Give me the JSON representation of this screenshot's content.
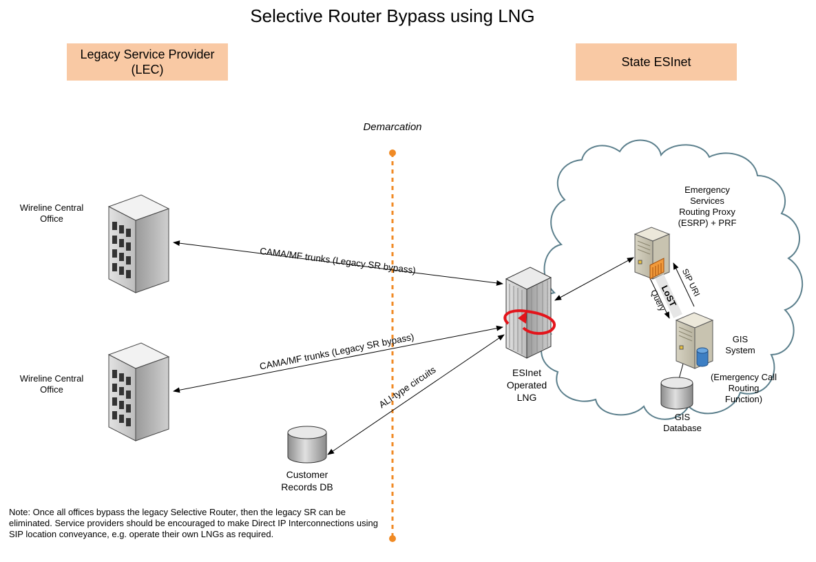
{
  "title": "Selective Router Bypass using LNG",
  "headers": {
    "left": "Legacy Service Provider (LEC)",
    "right": "State ESInet"
  },
  "demarcation": "Demarcation",
  "nodes": {
    "central_office_1": "Wireline Central Office",
    "central_office_2": "Wireline Central Office",
    "customer_db": "Customer Records DB",
    "lng": "ESInet Operated LNG",
    "esrp": "Emergency Services Routing Proxy (ESRP) + PRF",
    "gis_system": "GIS System",
    "ecrf": "(Emergency Call Routing Function)",
    "gis_db": "GIS Database"
  },
  "links": {
    "trunk_1": "CAMA/MF trunks (Legacy SR bypass)",
    "trunk_2": "CAMA/MF trunks (Legacy SR bypass)",
    "ali": "ALI-type circuits",
    "lost": "LoST",
    "sip_uri": "SIP URI",
    "query": "Query"
  },
  "note": "Note:  Once all offices bypass the legacy Selective Router, then the legacy SR can be eliminated. Service providers should be encouraged to make Direct IP Interconnections using SIP location conveyance, e.g. operate their own LNGs as required.",
  "colors": {
    "header_fill": "#f9c9a4",
    "demarcation_line": "#f08a24",
    "cloud_stroke": "#5b7f8c",
    "loop_arrow": "#e3141b"
  }
}
